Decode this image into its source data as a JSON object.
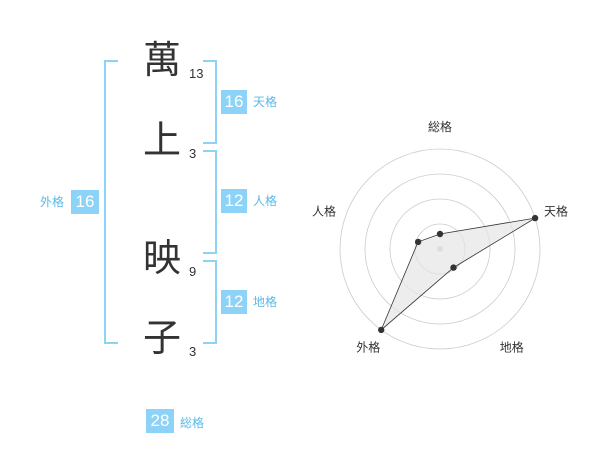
{
  "characters": [
    {
      "char": "萬",
      "strokes": "13"
    },
    {
      "char": "上",
      "strokes": "3"
    },
    {
      "char": "映",
      "strokes": "9"
    },
    {
      "char": "子",
      "strokes": "3"
    }
  ],
  "fortunes": {
    "tenkaku": {
      "label": "天格",
      "value": "16"
    },
    "jinkaku": {
      "label": "人格",
      "value": "12"
    },
    "chikaku": {
      "label": "地格",
      "value": "12"
    },
    "gaikaku": {
      "label": "外格",
      "value": "16"
    },
    "soukaku": {
      "label": "総格",
      "value": "28"
    }
  },
  "radar": {
    "axes": [
      "総格",
      "天格",
      "地格",
      "外格",
      "人格"
    ],
    "scores": [
      0.15,
      1.0,
      0.23,
      1.0,
      0.23
    ],
    "ring_count": 4,
    "line_color": "#333333",
    "fill_color": "#e6e6e6",
    "ring_color": "#cccccc"
  },
  "colors": {
    "accent": "#8dd3f7",
    "accent_text": "#5ab9e8"
  }
}
